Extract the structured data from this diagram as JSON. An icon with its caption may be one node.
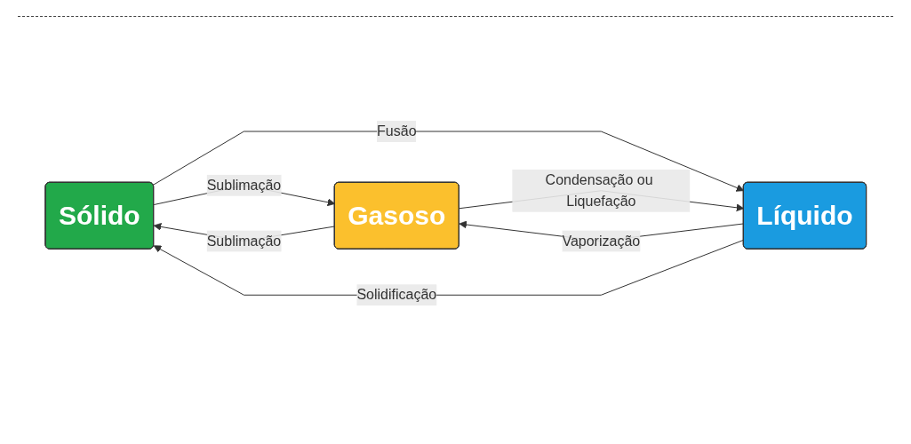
{
  "diagram": {
    "nodes": [
      {
        "text": [
          "Sólido"
        ]
      },
      {
        "text": [
          "Líquido"
        ]
      },
      {
        "text": [
          "Gasoso"
        ]
      }
    ],
    "edges": [
      {
        "from": 0,
        "to": 2,
        "arrow": "to",
        "label": "Sublimação"
      },
      {
        "from": 0,
        "to": 1,
        "arrow": "to",
        "label": "Fusão"
      },
      {
        "from": 1,
        "to": 2,
        "arrow": "to",
        "label": "Vaporização"
      },
      {
        "from": 1,
        "to": 0,
        "arrow": "to",
        "label": "Solidificação"
      },
      {
        "from": 2,
        "to": 1,
        "arrow": "to",
        "label": "Condensação ou Liquefação"
      },
      {
        "from": 2,
        "to": 0,
        "arrow": "to",
        "label": "Sublimação"
      }
    ]
  }
}
